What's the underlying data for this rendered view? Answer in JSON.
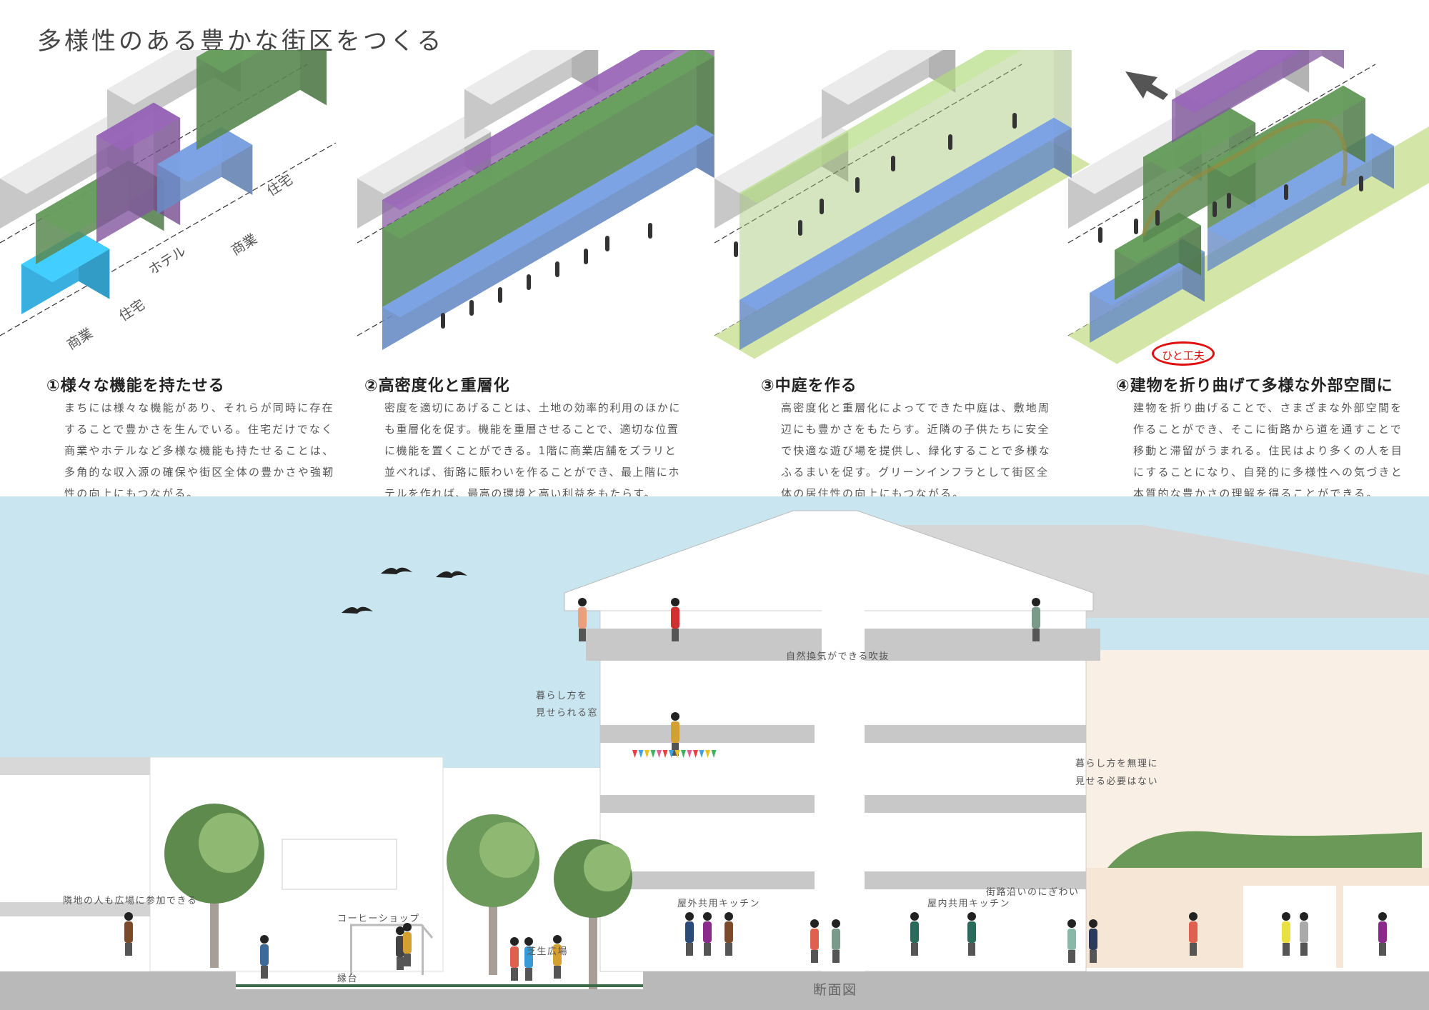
{
  "title": "多様性のある豊かな街区をつくる",
  "diagram_labels": {
    "p1_residential_back": "住宅",
    "p1_commercial_back": "商業",
    "p1_hotel": "ホテル",
    "p1_residential_front": "住宅",
    "p1_commercial_front": "商業",
    "stamp": "ひと工夫"
  },
  "sections": [
    {
      "heading": "①様々な機能を持たせる",
      "lines": [
        "まちには様々な機能があり、それらが同時に存在",
        "することで豊かさを生んでいる。住宅だけでなく",
        "商業やホテルなど多様な機能も持たせることは、",
        "多角的な収入源の確保や街区全体の豊かさや強靭",
        "性の向上にもつながる。"
      ]
    },
    {
      "heading": "②高密度化と重層化",
      "lines": [
        "密度を適切にあげることは、土地の効率的利用のほかに",
        "も重層化を促す。機能を重層させることで、適切な位置",
        "に機能を置くことができる。1階に商業店舗をズラリと",
        "並べれば、街路に賑わいを作ることができ、最上階にホ",
        "テルを作れば、最高の環境と高い利益をもたらす。"
      ]
    },
    {
      "heading": "③中庭を作る",
      "lines": [
        "高密度化と重層化によってできた中庭は、敷地周",
        "辺にも豊かさをもたらす。近隣の子供たちに安全",
        "で快適な遊び場を提供し、緑化することで多様な",
        "ふるまいを促す。グリーンインフラとして街区全",
        "体の居住性の向上にもつながる。"
      ]
    },
    {
      "heading": "④建物を折り曲げて多様な外部空間に",
      "lines": [
        "建物を折り曲げることで、さまざまな外部空間を",
        "作ることができ、そこに街路から道を通すことで",
        "移動と滞留がうまれる。住民はより多くの人を目",
        "にすることになり、自発的に多様性への気づきと",
        "本質的な豊かさの理解を得ることができる。"
      ]
    }
  ],
  "section_labels": {
    "void": "自然換気ができる吹抜",
    "window_1": "暮らし方を",
    "window_2": "見せられる窓",
    "private_1": "暮らし方を無理に",
    "private_2": "見せる必要はない",
    "neighbors": "隣地の人も広場に参加できる",
    "coffee": "コーヒーショップ",
    "lawn": "芝生広場",
    "bench": "縁台",
    "outdoor_kitchen": "屋外共用キッチン",
    "indoor_kitchen": "屋内共用キッチン",
    "street": "街路沿いのにぎわい",
    "caption": "断面図"
  },
  "colors": {
    "sky": "#c9e6f0",
    "residential": "#5e8f55",
    "hotel": "#8a5aa8",
    "commercial": "#6f93cf",
    "commercial_front": "#3bb8ea",
    "courtyard": "#d3e6a8",
    "neighbor": "#d2d2d2",
    "stamp": "#e01010"
  }
}
